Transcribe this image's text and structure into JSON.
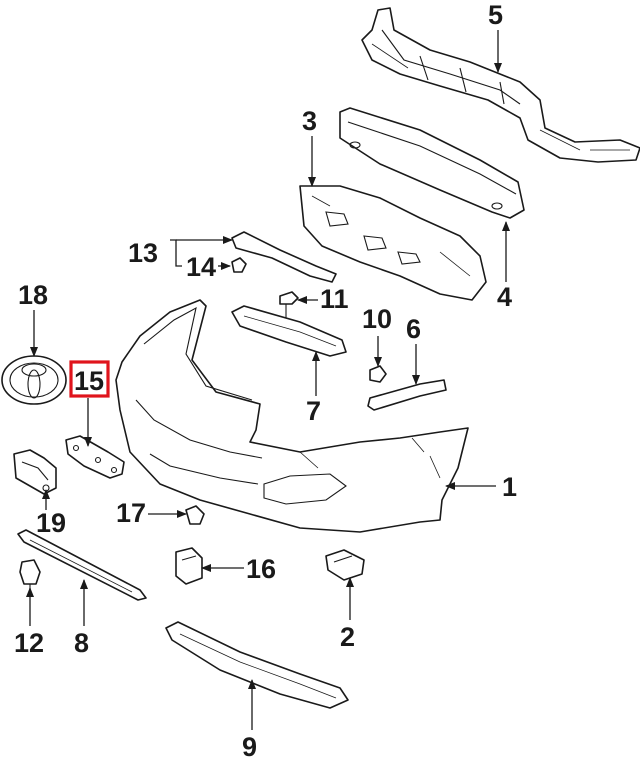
{
  "diagram": {
    "highlight_color": "#e0141c",
    "line_color": "#1a1a1a",
    "highlighted_callout": "15",
    "callouts": [
      {
        "id": "c1",
        "label": "1"
      },
      {
        "id": "c2",
        "label": "2"
      },
      {
        "id": "c3",
        "label": "3"
      },
      {
        "id": "c4",
        "label": "4"
      },
      {
        "id": "c5",
        "label": "5"
      },
      {
        "id": "c6",
        "label": "6"
      },
      {
        "id": "c7",
        "label": "7"
      },
      {
        "id": "c8",
        "label": "8"
      },
      {
        "id": "c9",
        "label": "9"
      },
      {
        "id": "c10",
        "label": "10"
      },
      {
        "id": "c11",
        "label": "11"
      },
      {
        "id": "c12",
        "label": "12"
      },
      {
        "id": "c13",
        "label": "13"
      },
      {
        "id": "c14",
        "label": "14"
      },
      {
        "id": "c15",
        "label": "15"
      },
      {
        "id": "c16",
        "label": "16"
      },
      {
        "id": "c17",
        "label": "17"
      },
      {
        "id": "c18",
        "label": "18"
      },
      {
        "id": "c19",
        "label": "19"
      }
    ]
  }
}
